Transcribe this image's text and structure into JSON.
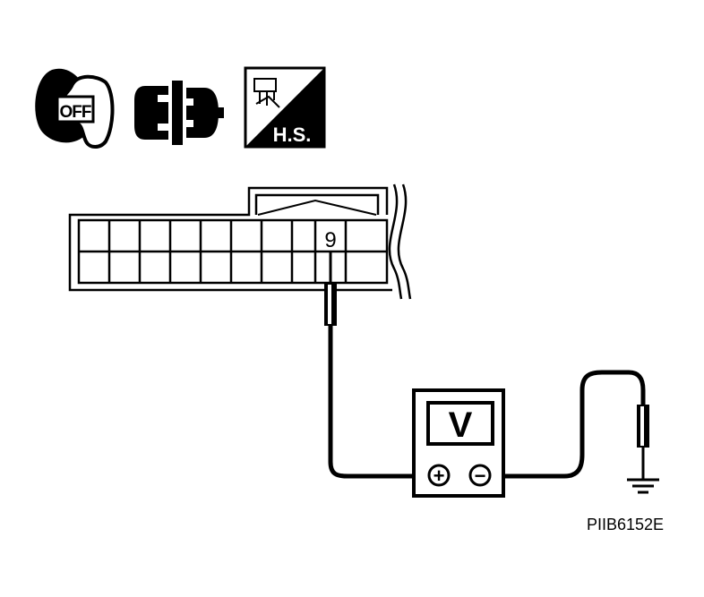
{
  "icons": {
    "ignition_key": {
      "icon": "ignition-key-off-icon",
      "text": "OFF"
    },
    "connector": {
      "icon": "disconnected-connector-icon"
    },
    "harness_side": {
      "icon": "harness-side-icon",
      "text": "H.S."
    }
  },
  "connector": {
    "terminal_label": "9"
  },
  "voltmeter": {
    "display": "V",
    "positive_symbol": "+",
    "negative_symbol": "−"
  },
  "ground": {
    "icon": "ground-symbol-icon"
  },
  "figure_code": "PIIB6152E",
  "colors": {
    "ink": "#000000",
    "paper": "#ffffff"
  }
}
